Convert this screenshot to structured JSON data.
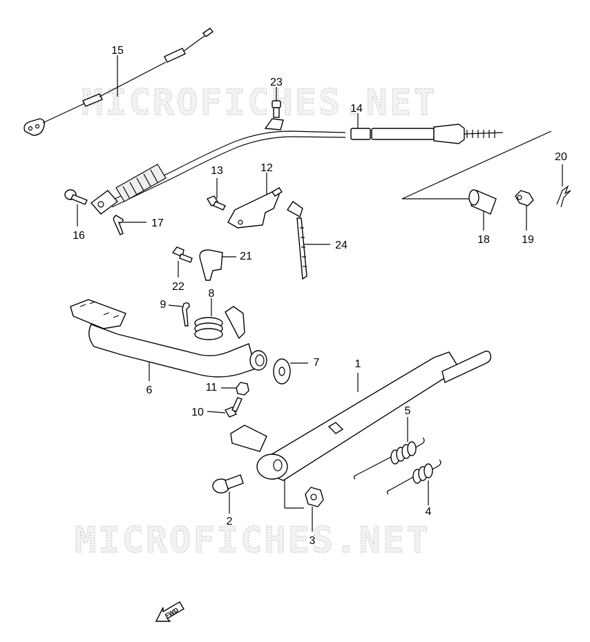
{
  "watermark": "MICROFICHES.NET",
  "fwd_label": "FWD",
  "callouts": {
    "p1": "1",
    "p2": "2",
    "p3": "3",
    "p4": "4",
    "p5": "5",
    "p6": "6",
    "p7": "7",
    "p8": "8",
    "p9": "9",
    "p10": "10",
    "p11": "11",
    "p12": "12",
    "p13": "13",
    "p14": "14",
    "p15": "15",
    "p16": "16",
    "p17": "17",
    "p18": "18",
    "p19": "19",
    "p20": "20",
    "p21": "21",
    "p22": "22",
    "p23": "23",
    "p24": "24"
  }
}
